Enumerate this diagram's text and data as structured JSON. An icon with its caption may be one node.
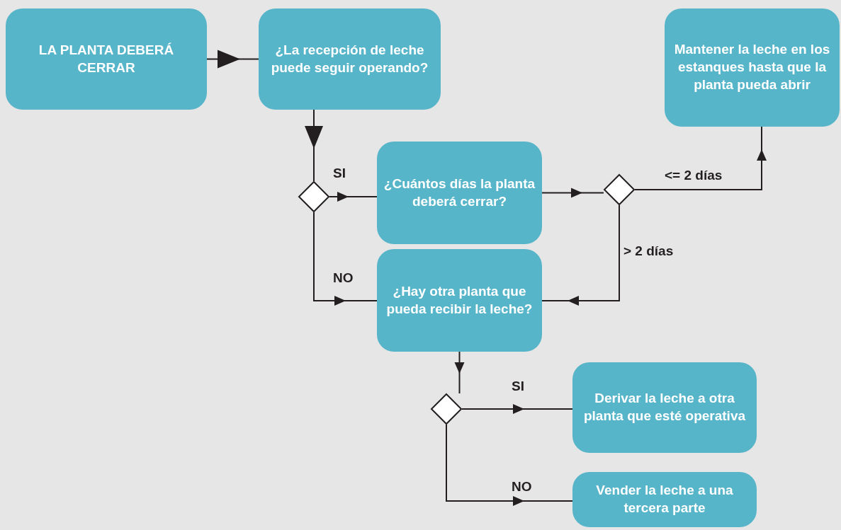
{
  "diagram": {
    "nodes": [
      {
        "text": [
          "LA PLANTA DEBERÁ CERRAR"
        ]
      },
      {
        "text": [
          "¿La recepción de leche puede seguir operando?"
        ]
      },
      {
        "text": [
          "Mantener la leche en los estanques hasta que la planta pueda abrir"
        ]
      },
      {
        "text": [],
        "shape": "diamond"
      },
      {
        "text": [
          "¿Cuántos días la planta deberá cerrar?"
        ]
      },
      {
        "text": [],
        "shape": "diamond"
      },
      {
        "text": [
          "¿Hay otra planta que pueda recibir la leche?"
        ]
      },
      {
        "text": [],
        "shape": "diamond"
      },
      {
        "text": [
          "Derivar la leche a otra planta que esté operativa"
        ]
      },
      {
        "text": [
          "Vender la leche a una tercera parte"
        ]
      }
    ],
    "edges": [
      {
        "from": 0,
        "to": 1,
        "arrow": "to"
      },
      {
        "from": 1,
        "to": 3,
        "arrow": "to"
      },
      {
        "from": 3,
        "to": 4,
        "arrow": "to",
        "label": "SI"
      },
      {
        "from": 3,
        "to": 6,
        "arrow": "to",
        "label": "NO"
      },
      {
        "from": 4,
        "to": 5,
        "arrow": "to"
      },
      {
        "from": 5,
        "to": 2,
        "arrow": "to",
        "label": "<= 2 días"
      },
      {
        "from": 5,
        "to": 6,
        "arrow": "to",
        "label": "> 2 días"
      },
      {
        "from": 6,
        "to": 7,
        "arrow": "to"
      },
      {
        "from": 7,
        "to": 8,
        "arrow": "to",
        "label": "SI"
      },
      {
        "from": 7,
        "to": 9,
        "arrow": "to",
        "label": "NO"
      }
    ]
  }
}
